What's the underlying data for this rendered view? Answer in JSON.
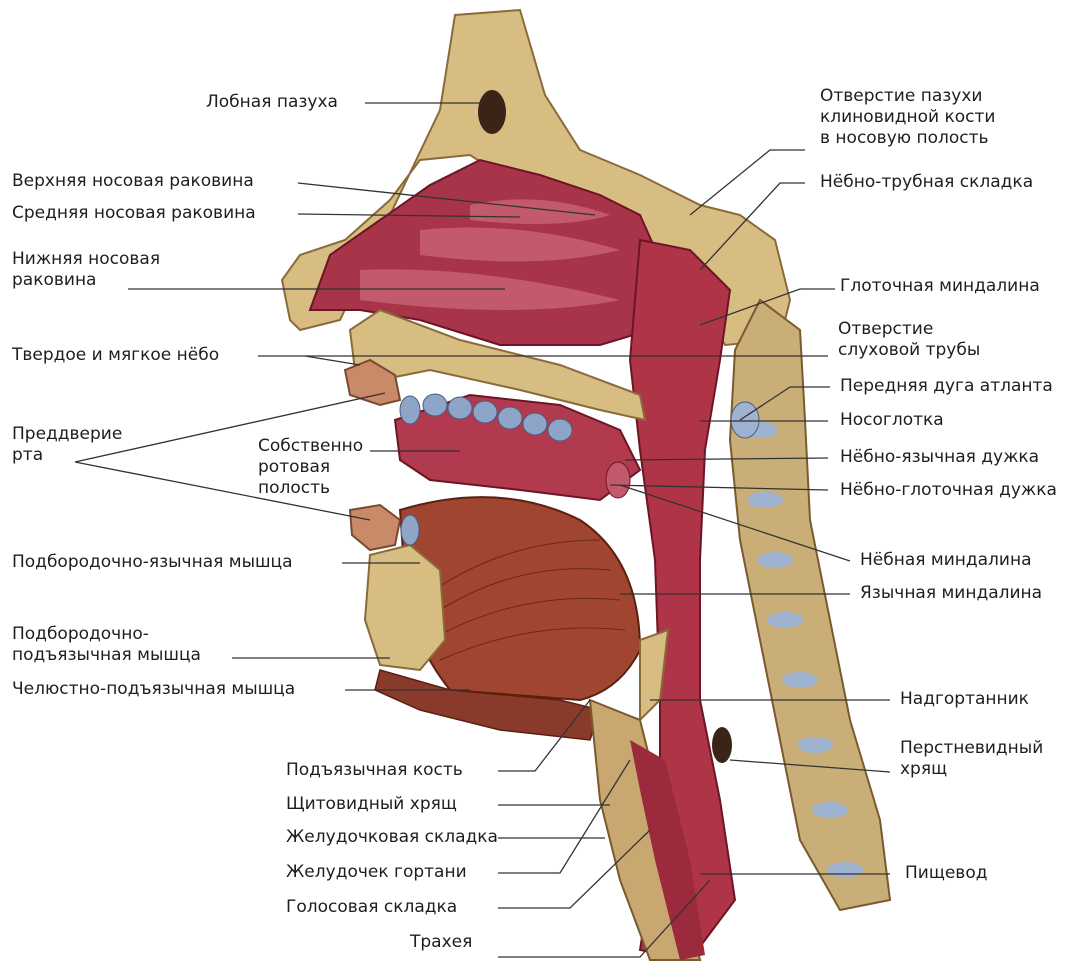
{
  "labels": {
    "frontal_sinus": "Лобная пазуха",
    "sphenoid_opening": [
      "Отверстие пазухи",
      "клиновидной кости",
      "в носовую полость"
    ],
    "superior_concha": "Верхняя носовая раковина",
    "middle_concha": "Средняя носовая раковина",
    "salpingopalatine_fold": "Нёбно-трубная складка",
    "inferior_concha": [
      "Нижняя носовая",
      "раковина"
    ],
    "pharyngeal_tonsil": "Глоточная миндалина",
    "auditory_tube_opening": [
      "Отверстие",
      "слуховой трубы"
    ],
    "palate": "Твердое и мягкое нёбо",
    "atlas_arch": "Передняя дуга атланта",
    "oral_vestibule": [
      "Преддверие",
      "рта"
    ],
    "oral_cavity_proper": [
      "Собственно",
      "ротовая",
      "полость"
    ],
    "nasopharynx": "Носоглотка",
    "palatoglossal_arch": "Нёбно-язычная дужка",
    "palatopharyngeal_arch": "Нёбно-глоточная дужка",
    "genioglossus": "Подбородочно-язычная мышца",
    "palatine_tonsil": "Нёбная миндалина",
    "lingual_tonsil": "Язычная миндалина",
    "geniohyoid": [
      "Подбородочно-",
      "подъязычная мышца"
    ],
    "mylohyoid": "Челюстно-подъязычная мышца",
    "epiglottis": "Надгортанник",
    "cricoid": [
      "Перстневидный",
      "хрящ"
    ],
    "hyoid": "Подъязычная кость",
    "thyroid": "Щитовидный хрящ",
    "ventricular_fold": "Желудочковая складка",
    "laryngeal_ventricle": "Желудочек гортани",
    "esophagus": "Пищевод",
    "vocal_fold": "Голосовая складка",
    "trachea": "Трахея"
  },
  "colors": {
    "bone": "#d9bf86",
    "mucosa": "#a82a3e",
    "muscle": "#9a4630",
    "teeth": "#8fa5c8",
    "leader": "#333333"
  }
}
